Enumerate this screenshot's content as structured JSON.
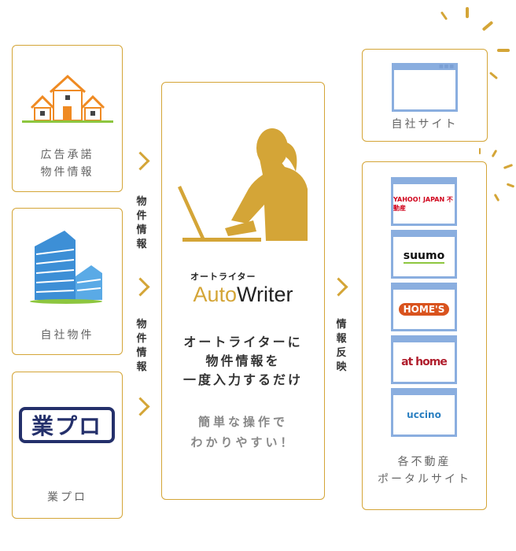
{
  "left": [
    {
      "label": "広告承諾\n物件情報",
      "icon": "houses-icon"
    },
    {
      "label": "自社物件",
      "icon": "building-icon"
    },
    {
      "label": "業プロ",
      "logo": "業プロ"
    }
  ],
  "flow_labels": {
    "left_top": "物件情報",
    "left_bottom": "物件情報",
    "right": "情報反映"
  },
  "center": {
    "kana": "オートライター",
    "brand_auto": "Auto",
    "brand_writer": "Writer",
    "headline": "オートライターに\n物件情報を\n一度入力するだけ",
    "sub": "簡単な操作で\nわかりやすい！"
  },
  "right": {
    "own_site": "自社サイト",
    "portal_label": "各不動産\nポータルサイト",
    "portals": [
      {
        "name": "YAHOO! JAPAN 不動産",
        "color": "#d0021b"
      },
      {
        "name": "suumo",
        "color": "#111111"
      },
      {
        "name": "HOME'S",
        "color": "#d9531e"
      },
      {
        "name": "at home",
        "color": "#b01e2d"
      },
      {
        "name": "uccino",
        "color": "#2a7fc1"
      }
    ]
  },
  "colors": {
    "accent": "#d4a537",
    "window": "#8aaedf"
  }
}
